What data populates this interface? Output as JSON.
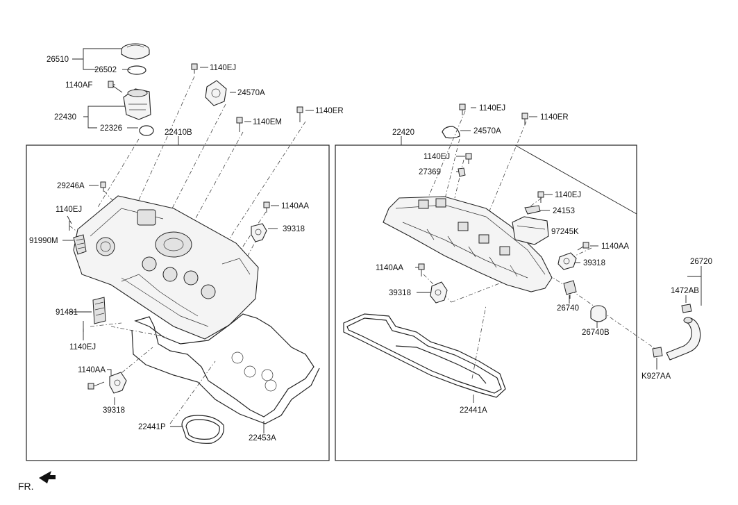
{
  "parts": {
    "p26510": "26510",
    "p26502": "26502",
    "p1140AF": "1140AF",
    "p22430": "22430",
    "p22326": "22326",
    "p1140EJ_a": "1140EJ",
    "p24570A_a": "24570A",
    "p1140EM": "1140EM",
    "p1140ER_a": "1140ER",
    "p22410B": "22410B",
    "p29246A": "29246A",
    "p1140EJ_b": "1140EJ",
    "p91990M": "91990M",
    "p1140AA_a": "1140AA",
    "p39318_a": "39318",
    "p91481": "91481",
    "p1140EJ_c": "1140EJ",
    "p1140AA_b": "1140AA",
    "p39318_b": "39318",
    "p22441P": "22441P",
    "p22453A": "22453A",
    "p22420": "22420",
    "p1140EJ_d": "1140EJ",
    "p24570A_b": "24570A",
    "p1140ER_b": "1140ER",
    "p1140EJ_e": "1140EJ",
    "p27369": "27369",
    "p1140EJ_f": "1140EJ",
    "p24153": "24153",
    "p97245K": "97245K",
    "p1140AA_c": "1140AA",
    "p39318_c": "39318",
    "p1140AA_d": "1140AA",
    "p39318_d": "39318",
    "p26740": "26740",
    "p26740B": "26740B",
    "p22441A": "22441A",
    "p26720": "26720",
    "p1472AB": "1472AB",
    "pK927AA": "K927AA"
  },
  "orientation": {
    "label": "FR."
  }
}
